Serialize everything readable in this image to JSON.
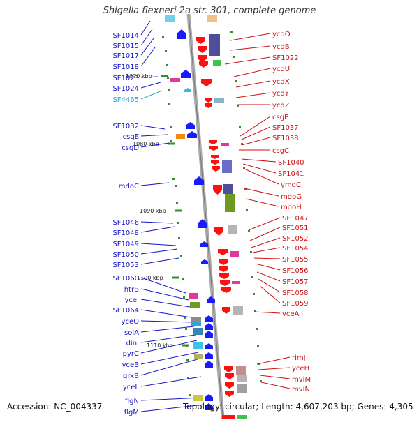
{
  "title": "Shigella flexneri 2a str. 301, complete genome",
  "footer": {
    "accession": "Accession: NC_004337",
    "topology": "Topology: circular; Length: 4,607,203 bp; Genes: 4,305"
  },
  "colors": {
    "left_label": "#1515c8",
    "right_label": "#cc1111",
    "special_label": "#2aa5d8",
    "backbone": "#aaaaaa",
    "tick": "#2f8f2f"
  },
  "kbp_marks": [
    "1070 kbp",
    "1080 kbp",
    "1090 kbp",
    "1100 kbp",
    "1110 kbp"
  ],
  "left_genes": [
    "SF1014",
    "SF1015",
    "SF1017",
    "SF1018",
    "SF1023",
    "SF1024",
    "SF4465",
    "SF1032",
    "csgE",
    "csgD",
    "mdoC",
    "SF1046",
    "SF1048",
    "SF1049",
    "SF1050",
    "SF1053",
    "SF1060",
    "htrB",
    "yceI",
    "SF1064",
    "yceO",
    "solA",
    "dinI",
    "pyrC",
    "yceB",
    "grxB",
    "yceL",
    "flgN",
    "flgM"
  ],
  "right_genes": [
    "ycdO",
    "ycdB",
    "SF1022",
    "ycdU",
    "ycdX",
    "ycdY",
    "ycdZ",
    "csgB",
    "SF1037",
    "SF1038",
    "csgC",
    "SF1040",
    "SF1041",
    "ymdC",
    "mdoG",
    "mdoH",
    "SF1047",
    "SF1051",
    "SF1052",
    "SF1054",
    "SF1055",
    "SF1056",
    "SF1057",
    "SF1058",
    "SF1059",
    "yceA",
    "rimJ",
    "yceH",
    "mviM",
    "mviN"
  ]
}
